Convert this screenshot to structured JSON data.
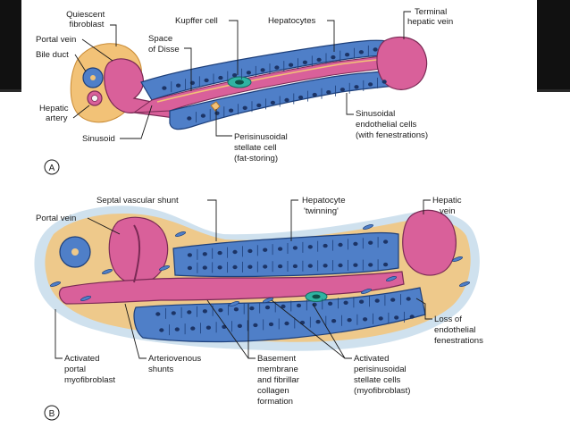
{
  "panel_a": {
    "badge": "A",
    "labels": {
      "quiescent_fibroblast": [
        "Quiescent",
        "fibroblast"
      ],
      "portal_vein": "Portal vein",
      "bile_duct": "Bile duct",
      "hepatic_artery": [
        "Hepatic",
        "artery"
      ],
      "sinusoid": "Sinusoid",
      "kupffer_cell": "Kupffer cell",
      "space_of_disse": [
        "Space",
        "of Disse"
      ],
      "hepatocytes": "Hepatocytes",
      "terminal_hepatic_vein": [
        "Terminal",
        "hepatic vein"
      ],
      "perisinusoidal_stellate": [
        "Perisinusoidal",
        "stellate cell",
        "(fat-storing)"
      ],
      "sinusoidal_endothelial": [
        "Sinusoidal",
        "endothelial cells",
        "(with fenestrations)"
      ]
    }
  },
  "panel_b": {
    "badge": "B",
    "labels": {
      "portal_vein": "Portal vein",
      "septal_shunt": "Septal vascular shunt",
      "hepatocyte_twinning": [
        "Hepatocyte",
        "'twinning'"
      ],
      "hepatic_vein": [
        "Hepatic",
        "vein"
      ],
      "loss_endothelial": [
        "Loss of",
        "endothelial",
        "fenestrations"
      ],
      "activated_portal": [
        "Activated",
        "portal",
        "myofibroblast"
      ],
      "arteriovenous": [
        "Arteriovenous",
        "shunts"
      ],
      "basement_membrane": [
        "Basement",
        "membrane",
        "and fibrillar",
        "collagen",
        "formation"
      ],
      "activated_stellate": [
        "Activated",
        "perisinusoidal",
        "stellate cells",
        "(myofibroblast)"
      ]
    }
  },
  "colors": {
    "hepatocyte": "#4f7fc8",
    "hepatocyte_edge": "#1d3f7a",
    "nucleus": "#1c3466",
    "sinusoid": "#d9609a",
    "sinusoid_edge": "#7a2a55",
    "fibroblast": "#f2c277",
    "fibrosis": "#eec98b",
    "fibrosis_outer": "#cfe1ee",
    "kupffer": "#2fb3a2"
  }
}
